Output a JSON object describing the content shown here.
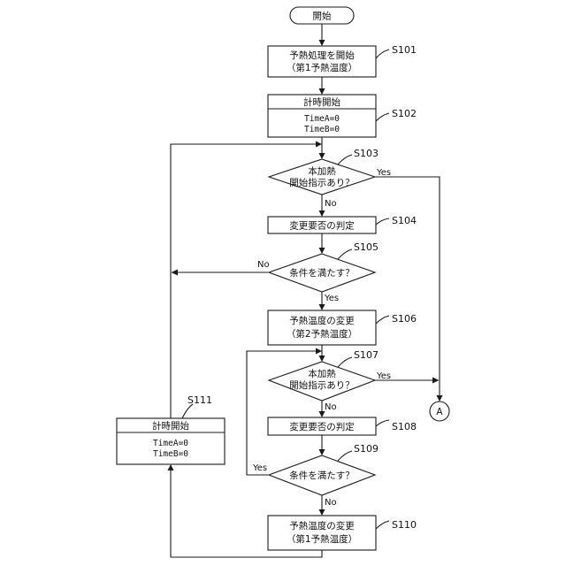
{
  "start": {
    "label": "開始"
  },
  "s101": {
    "id": "S101",
    "line1": "予熱処理を開始",
    "line2": "（第1予熱温度）"
  },
  "s102": {
    "id": "S102",
    "title": "計時開始",
    "line1": "TimeA=0",
    "line2": "TimeB=0"
  },
  "s103": {
    "id": "S103",
    "line1": "本加熱",
    "line2": "開始指示あり？",
    "yes": "Yes",
    "no": "No"
  },
  "s104": {
    "id": "S104",
    "label": "変更要否の判定"
  },
  "s105": {
    "id": "S105",
    "label": "条件を満たす？",
    "yes": "Yes",
    "no": "No"
  },
  "s106": {
    "id": "S106",
    "line1": "予熱温度の変更",
    "line2": "（第2予熱温度）"
  },
  "s107": {
    "id": "S107",
    "line1": "本加熱",
    "line2": "開始指示あり？",
    "yes": "Yes",
    "no": "No"
  },
  "s108": {
    "id": "S108",
    "label": "変更要否の判定"
  },
  "s109": {
    "id": "S109",
    "label": "条件を満たす？",
    "yes": "Yes",
    "no": "No"
  },
  "s110": {
    "id": "S110",
    "line1": "予熱温度の変更",
    "line2": "（第1予熱温度）"
  },
  "s111": {
    "id": "S111",
    "title": "計時開始",
    "line1": "TimeA=0",
    "line2": "TimeB=0"
  },
  "connector": {
    "label": "A"
  }
}
